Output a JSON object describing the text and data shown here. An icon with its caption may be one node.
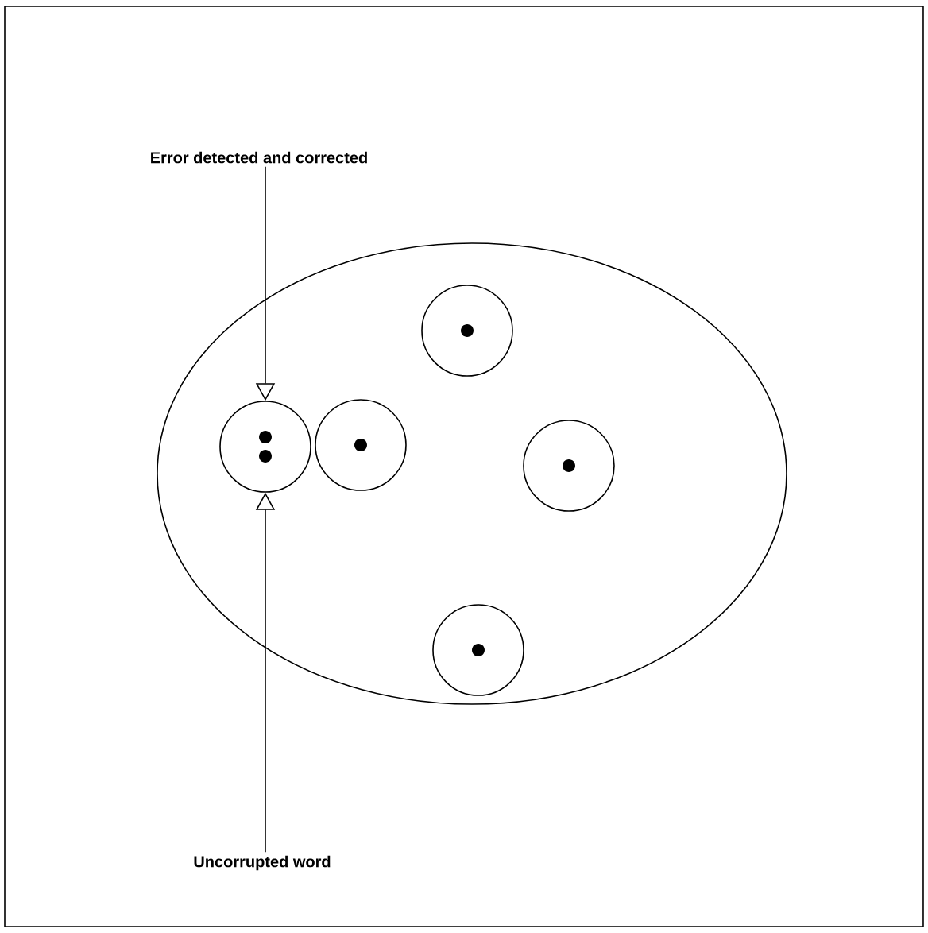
{
  "diagram": {
    "nodes": [
      {
        "text": [
          "Error detected and corrected"
        ]
      },
      {
        "text": [
          "Uncorrupted word"
        ]
      },
      {
        "text": [],
        "shape": "ellipse"
      },
      {
        "text": [],
        "shape": "circle",
        "in": 2
      },
      {
        "text": [],
        "shape": "circle",
        "in": 2
      },
      {
        "text": [],
        "shape": "circle",
        "in": 2
      },
      {
        "text": [],
        "shape": "circle",
        "in": 2
      },
      {
        "text": [],
        "shape": "circle",
        "in": 2
      }
    ],
    "edges": [
      {
        "from": 0,
        "to": 3,
        "arrow": "to"
      },
      {
        "from": 1,
        "to": 3,
        "arrow": "to"
      }
    ]
  }
}
